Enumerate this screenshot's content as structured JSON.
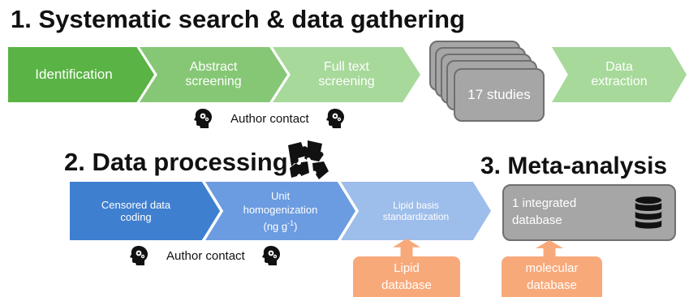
{
  "section1": {
    "title": "1. Systematic search & data gathering",
    "steps": [
      "Identification",
      "Abstract screening",
      "Full text screening"
    ],
    "studies_label": "17 studies",
    "final_step": "Data extraction",
    "contact_label": "Author contact"
  },
  "section2": {
    "title": "2. Data processing",
    "steps": [
      "Censored data coding",
      "Unit homogenization",
      "Lipid basis standardization"
    ],
    "unit_label": "(ng g",
    "unit_exp": "-1",
    "unit_close": ")",
    "contact_label": "Author contact",
    "lipid_box": "Lipid database"
  },
  "section3": {
    "title": "3. Meta-analysis",
    "integrated_label": "1 integrated database",
    "molecular_box": "molecular database"
  },
  "colors": {
    "green_dark": "#5ab345",
    "green_mid": "#86c775",
    "green_light": "#a7d99a",
    "blue_dark": "#3f7fcf",
    "blue_mid": "#6b9be0",
    "blue_light": "#9dbdeb",
    "gray_box": "#a6a6a6",
    "orange": "#f8a97a"
  },
  "icons": [
    "head-gears-icon",
    "puzzle-icon",
    "database-icon"
  ]
}
